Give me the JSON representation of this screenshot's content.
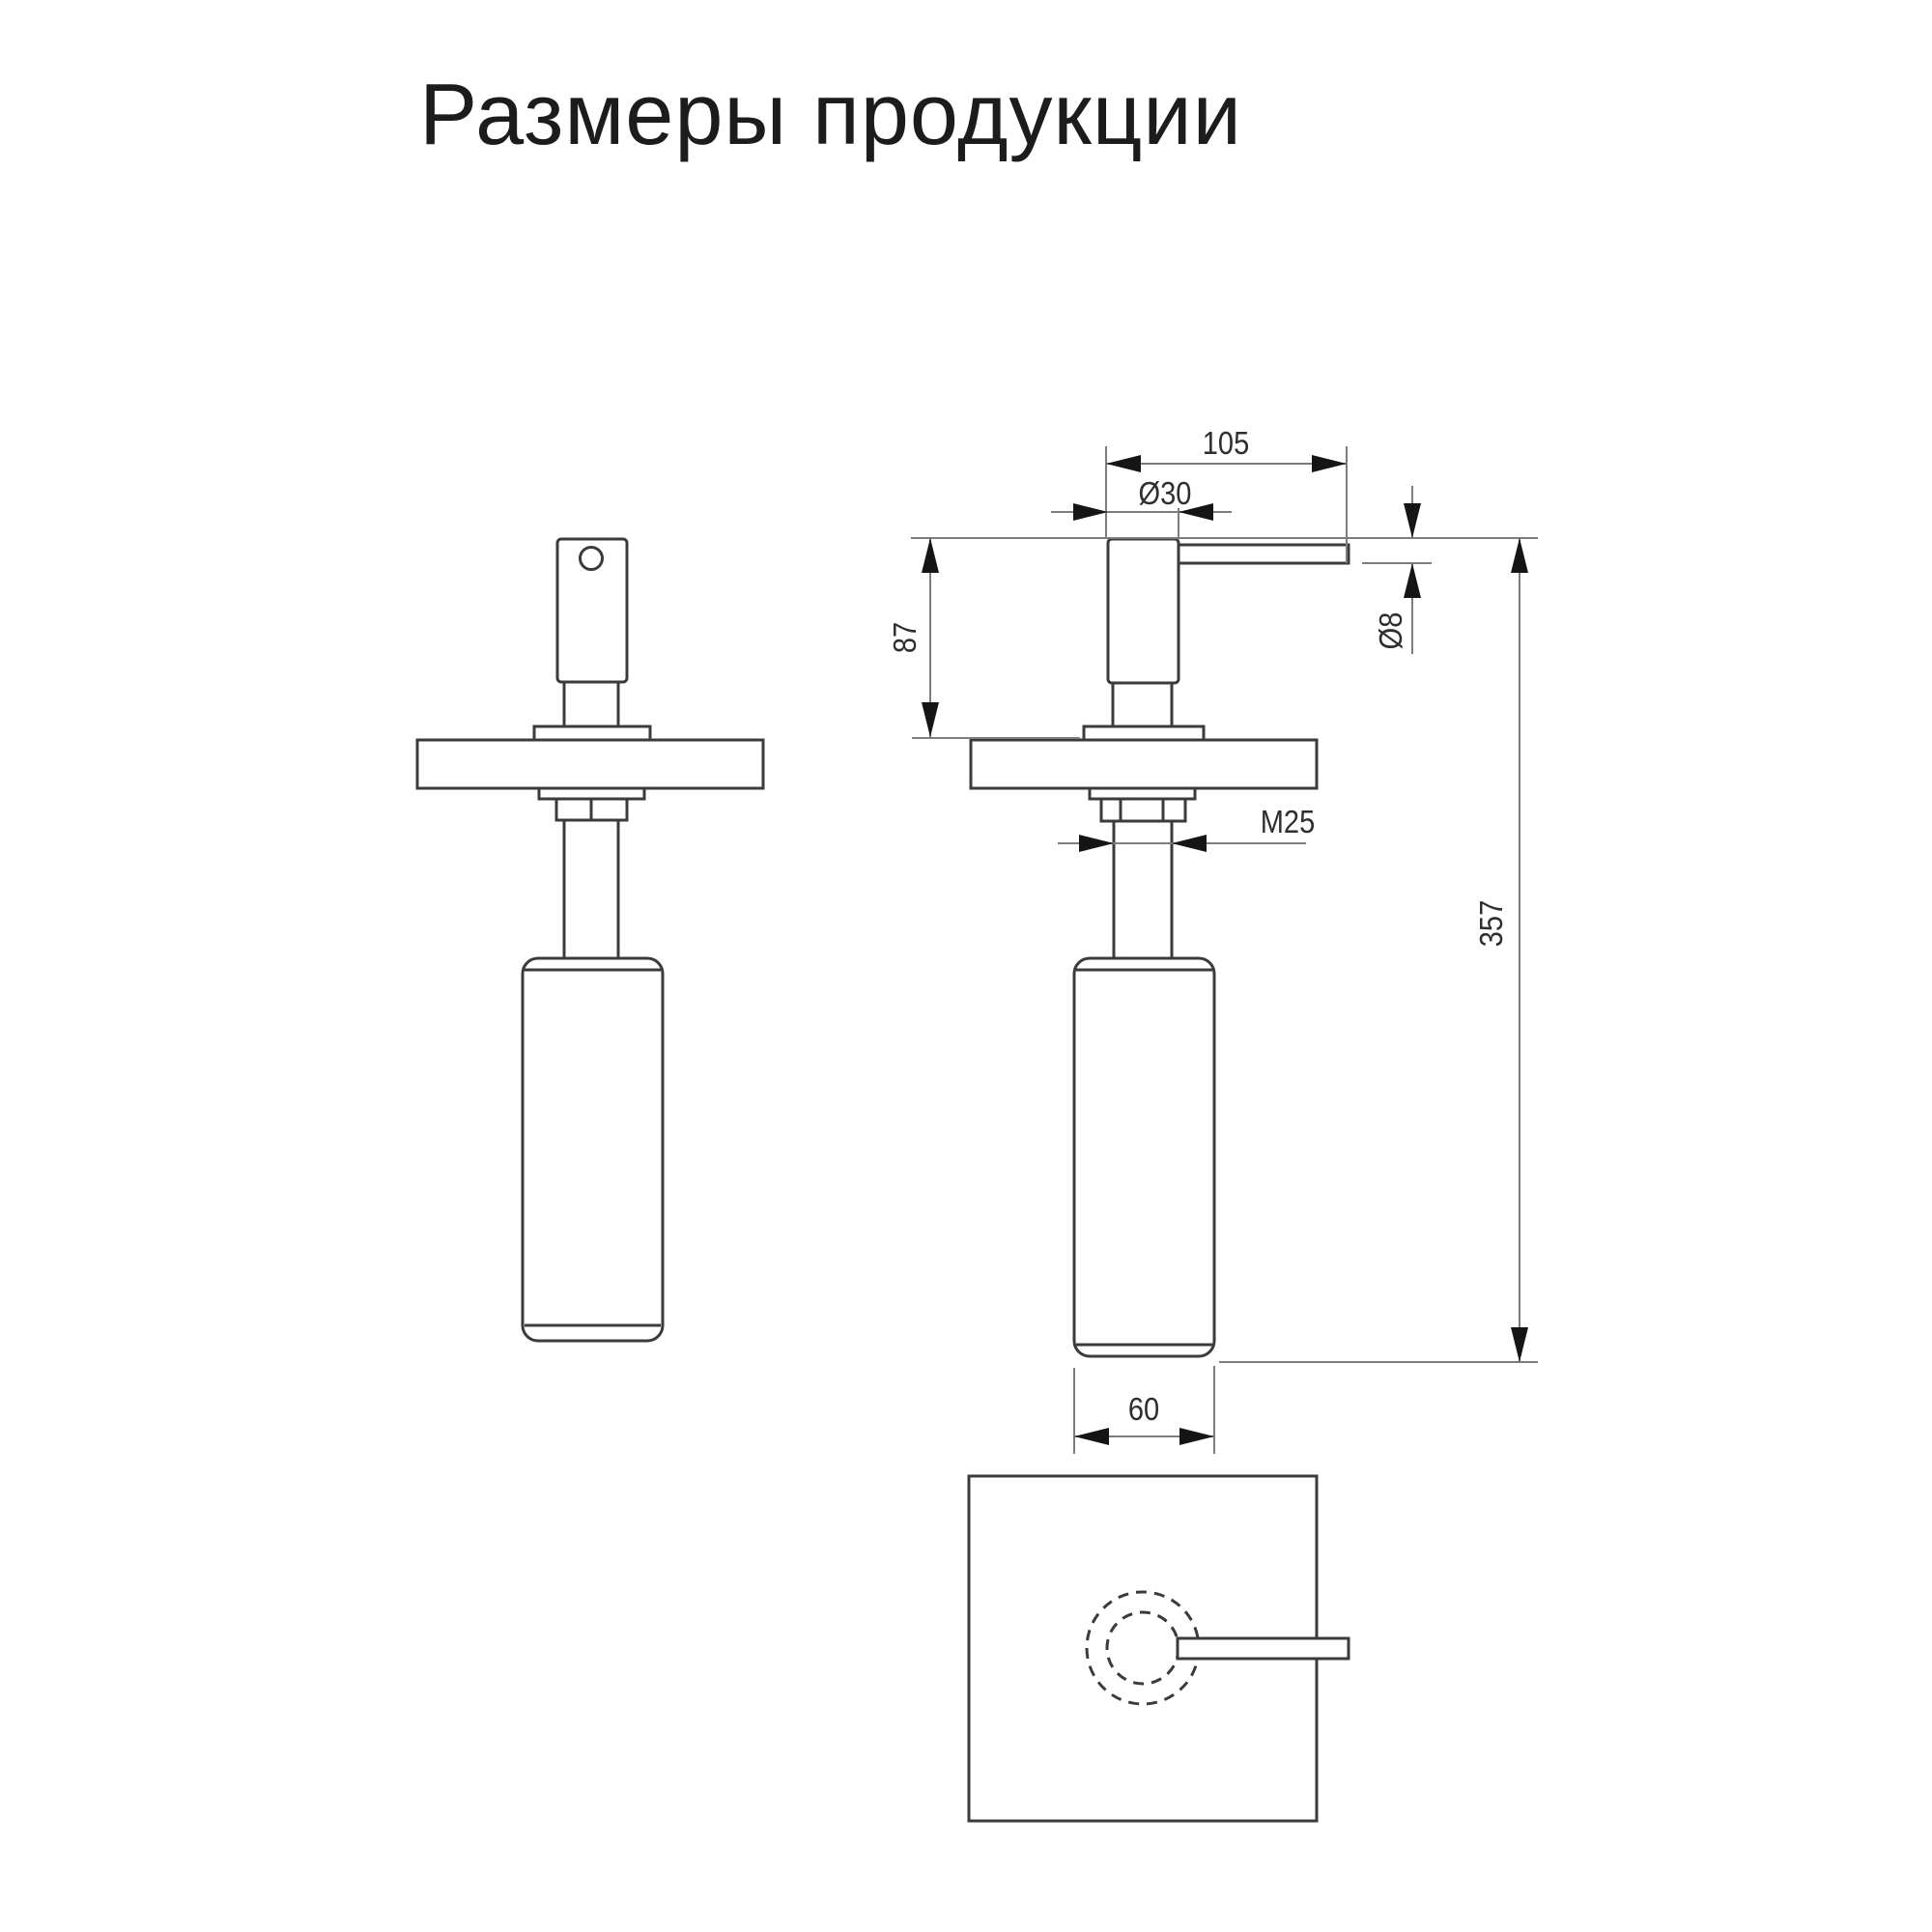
{
  "title": "Размеры продукции",
  "dimensions": {
    "spout_reach": "105",
    "pump_head_diameter": "Ø30",
    "spout_tube_diameter": "Ø8",
    "height_above_counter": "87",
    "thread_size": "M25",
    "overall_height": "357",
    "bottle_diameter": "60"
  },
  "colors": {
    "background": "#ffffff",
    "title_text": "#1c1c1c",
    "object_line": "#3b3b3b",
    "dimension_line": "#7d7d7d",
    "arrow": "#151515",
    "dimension_text": "#2e2e2e"
  }
}
